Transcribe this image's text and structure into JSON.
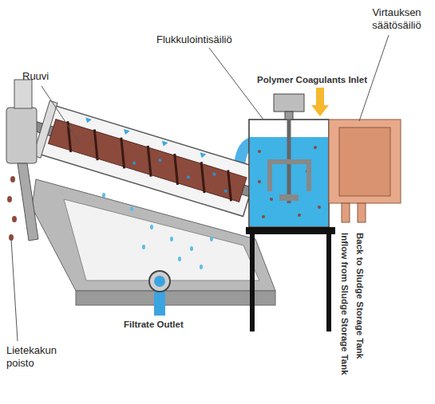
{
  "diagram": {
    "labels": [
      "Ruuvi",
      "Flukkulointisäiliö",
      "Virtauksen säätösäiliö",
      "Polymer Coagulants Inlet",
      "Back to Sludge Storage Tank",
      "Inflow from Sludge Storage Tank",
      "Filtrate Outlet",
      "Lietekakun poisto"
    ]
  }
}
